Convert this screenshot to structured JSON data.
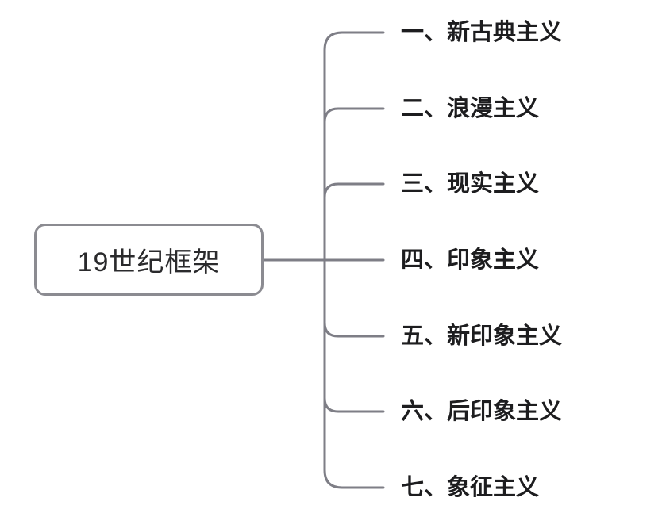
{
  "diagram": {
    "type": "mindmap",
    "root": {
      "label": "19世纪框架"
    },
    "branches": [
      {
        "label": "一、新古典主义"
      },
      {
        "label": "二、浪漫主义"
      },
      {
        "label": "三、现实主义"
      },
      {
        "label": "四、印象主义"
      },
      {
        "label": "五、新印象主义"
      },
      {
        "label": "六、后印象主义"
      },
      {
        "label": "七、象征主义"
      }
    ],
    "colors": {
      "background": "#ffffff",
      "connector": "#7e7e86",
      "root_border": "#8b8b91",
      "root_text": "#2a2a2c",
      "branch_text": "#1d1d1f"
    }
  }
}
